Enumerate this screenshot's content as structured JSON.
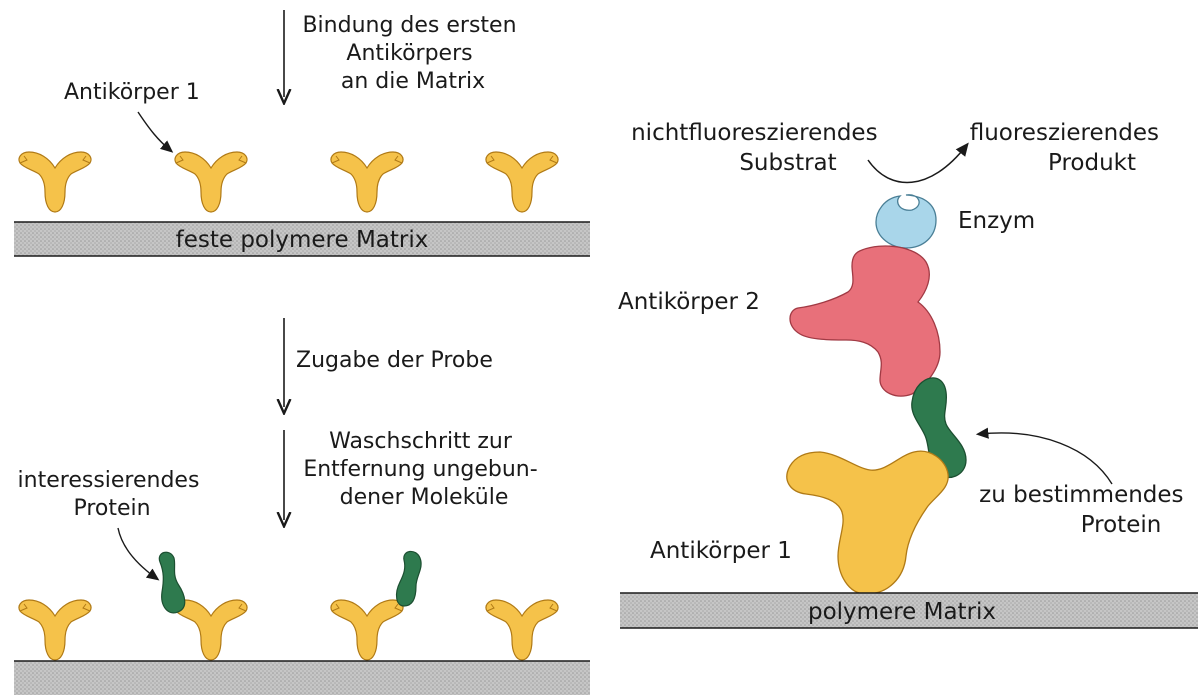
{
  "colors": {
    "antibody_yellow": "#f5c24a",
    "antibody_outline": "#b07a16",
    "protein_green": "#2e7a4e",
    "antibody2_red": "#e8707a",
    "enzyme_blue": "#a9d6ea",
    "matrix_gray": "#bdbdbd",
    "text": "#1a1a1a"
  },
  "left_panel": {
    "step1": [
      "Bindung des ersten",
      "Antikörpers",
      "an die Matrix"
    ],
    "antibody1_label": "Antikörper 1",
    "matrix_top_label": "feste polymere Matrix",
    "step2": "Zugabe der Probe",
    "step3": [
      "Waschschritt zur",
      "Entfernung ungebun-",
      "dener Moleküle"
    ],
    "protein_label": [
      "interessierendes",
      "Protein"
    ]
  },
  "right_panel": {
    "substrate_label": [
      "nichtfluoreszierendes",
      "Substrat"
    ],
    "product_label": [
      "fluoreszierendes",
      "Produkt"
    ],
    "enzyme_label": "Enzym",
    "antibody2_label": "Antikörper 2",
    "target_protein_label": [
      "zu bestimmendes",
      "Protein"
    ],
    "antibody1_label": "Antikörper 1",
    "matrix_label": "polymere Matrix"
  }
}
